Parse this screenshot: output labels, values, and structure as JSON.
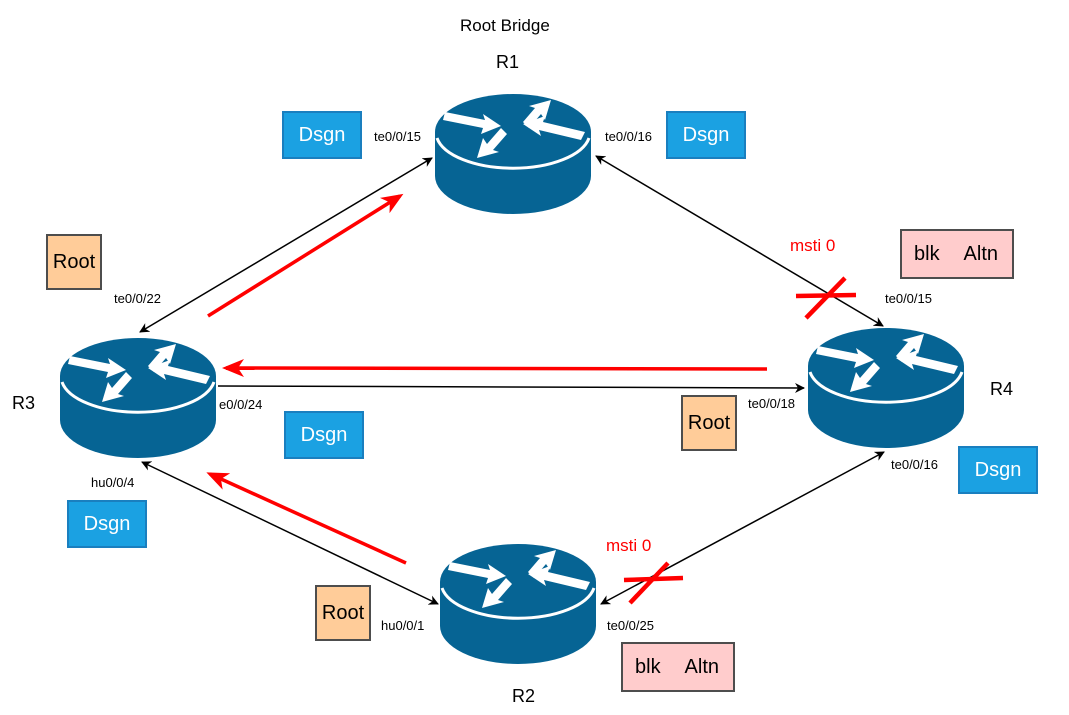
{
  "diagram": {
    "title": "Root Bridge",
    "routers": [
      {
        "id": "R1",
        "label": "R1"
      },
      {
        "id": "R2",
        "label": "R2"
      },
      {
        "id": "R3",
        "label": "R3"
      },
      {
        "id": "R4",
        "label": "R4"
      }
    ],
    "ports": {
      "r1_left": "te0/0/15",
      "r1_right": "te0/0/16",
      "r3_top": "te0/0/22",
      "r3_right": "e0/0/24",
      "r3_bottom": "hu0/0/4",
      "r4_top": "te0/0/15",
      "r4_left": "te0/0/18",
      "r4_bottom": "te0/0/16",
      "r2_left": "hu0/0/1",
      "r2_right": "te0/0/25"
    },
    "roles": {
      "dsgn": "Dsgn",
      "root": "Root",
      "blk": "blk",
      "altn": "Altn"
    },
    "msti_label": "msti 0",
    "links": [
      {
        "from": "R3",
        "to": "R1",
        "blocked": false
      },
      {
        "from": "R1",
        "to": "R4",
        "blocked": true
      },
      {
        "from": "R3",
        "to": "R4",
        "blocked": false
      },
      {
        "from": "R3",
        "to": "R2",
        "blocked": false
      },
      {
        "from": "R2",
        "to": "R4",
        "blocked": true
      }
    ],
    "colors": {
      "router": "#066494",
      "dsgn": "#1ba1e2",
      "root": "#ffcc99",
      "blocked": "#ffcccc",
      "bpdu_arrow": "#ff0000"
    }
  }
}
